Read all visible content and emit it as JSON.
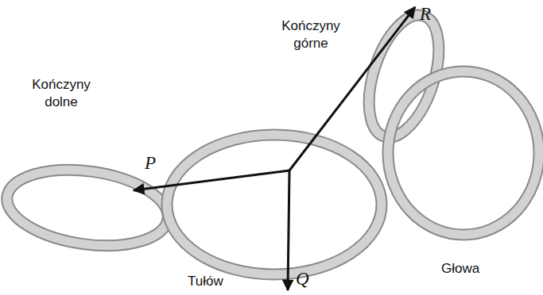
{
  "diagram": {
    "labels": [
      "R",
      "Kończyny górne",
      "Kończyny dolne",
      "P",
      "Głowa",
      "Tułów",
      "Q"
    ]
  }
}
